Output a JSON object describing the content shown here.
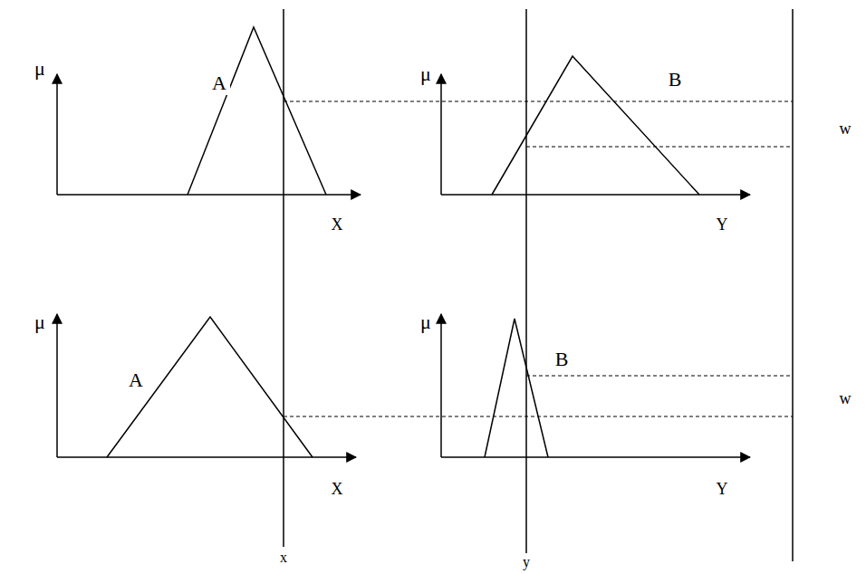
{
  "diagram": {
    "labels": [
      "μ",
      "A",
      "μ",
      "B",
      "X",
      "Y",
      "w",
      "μ",
      "A",
      "μ",
      "B",
      "w",
      "X",
      "Y",
      "x",
      "y"
    ]
  }
}
